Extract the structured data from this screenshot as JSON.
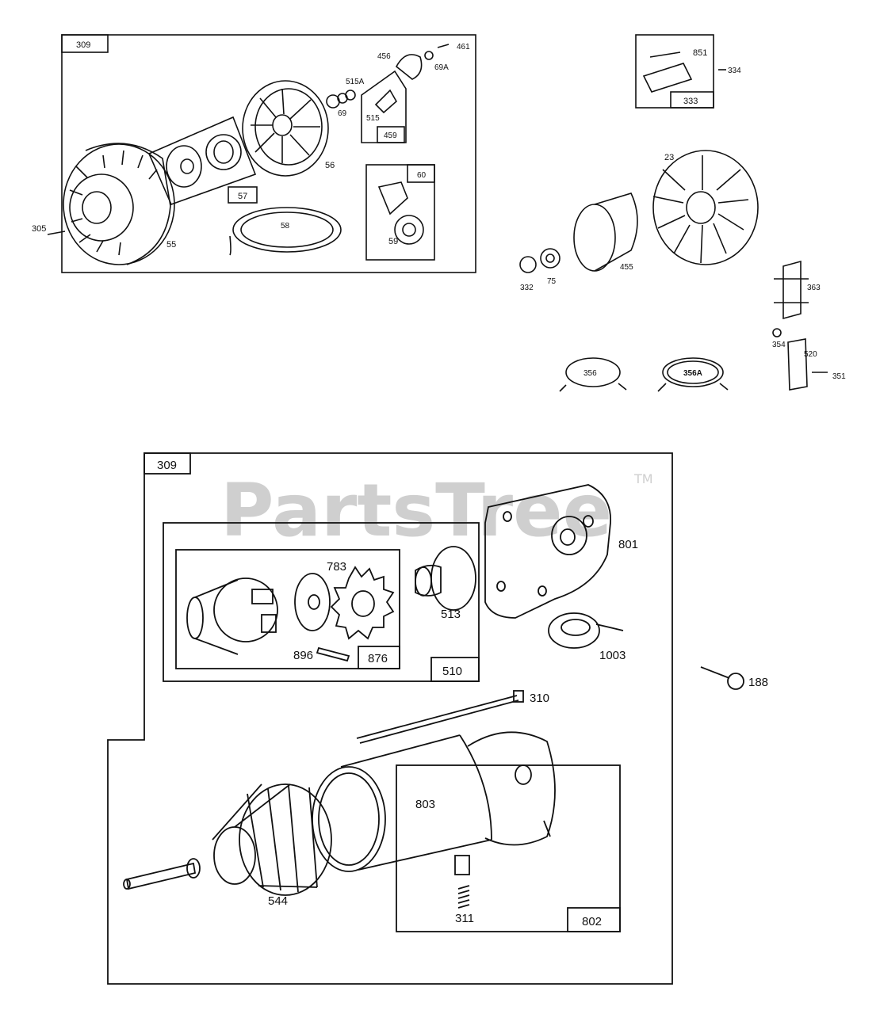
{
  "watermark": {
    "text": "PartsTree",
    "tm": "TM"
  },
  "upper_left_box": {
    "tag": "309",
    "parts": {
      "p305": "305",
      "p55": "55",
      "p57": "57",
      "p58": "58",
      "p56": "56",
      "p59": "59",
      "p60": "60",
      "p69": "69",
      "p515A": "515A",
      "p515": "515",
      "p459": "459",
      "p456": "456",
      "p69A": "69A",
      "p461": "461"
    }
  },
  "upper_right": {
    "p333": "333",
    "p851": "851",
    "p334": "334",
    "p23": "23",
    "p455": "455",
    "p332": "332",
    "p75": "75",
    "p363": "363",
    "p354": "354",
    "p520": "520",
    "p351": "351",
    "p356": "356",
    "p356A": "356A"
  },
  "starter_box": {
    "tag": "309",
    "parts": {
      "p783": "783",
      "p513": "513",
      "p801": "801",
      "p896": "896",
      "p876": "876",
      "p510": "510",
      "p1003": "1003",
      "p188": "188",
      "p310": "310",
      "p803": "803",
      "p544": "544",
      "p311": "311",
      "p802": "802"
    }
  }
}
